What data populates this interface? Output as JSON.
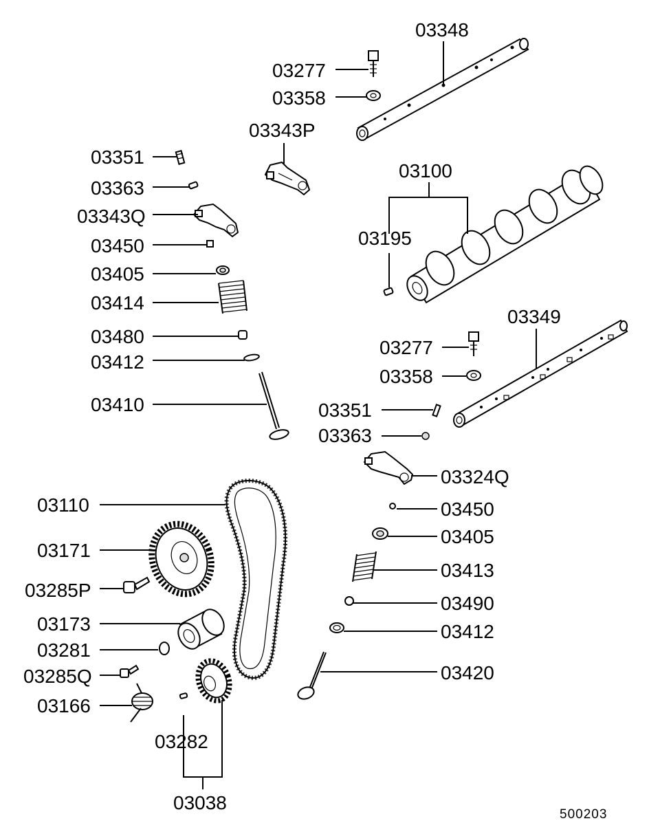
{
  "doc_number": "500203",
  "labels": {
    "l03348": "03348",
    "l03277a": "03277",
    "l03358a": "03358",
    "l03343P": "03343P",
    "l03351a": "03351",
    "l03363a": "03363",
    "l03343Q": "03343Q",
    "l03450a": "03450",
    "l03405a": "03405",
    "l03414": "03414",
    "l03480": "03480",
    "l03412a": "03412",
    "l03410": "03410",
    "l03100": "03100",
    "l03195": "03195",
    "l03349": "03349",
    "l03277b": "03277",
    "l03358b": "03358",
    "l03351b": "03351",
    "l03363b": "03363",
    "l03324Q": "03324Q",
    "l03450b": "03450",
    "l03405b": "03405",
    "l03413": "03413",
    "l03490": "03490",
    "l03412b": "03412",
    "l03420": "03420",
    "l03110": "03110",
    "l03171": "03171",
    "l03285P": "03285P",
    "l03173": "03173",
    "l03281": "03281",
    "l03285Q": "03285Q",
    "l03166": "03166",
    "l03282": "03282",
    "l03038": "03038"
  }
}
